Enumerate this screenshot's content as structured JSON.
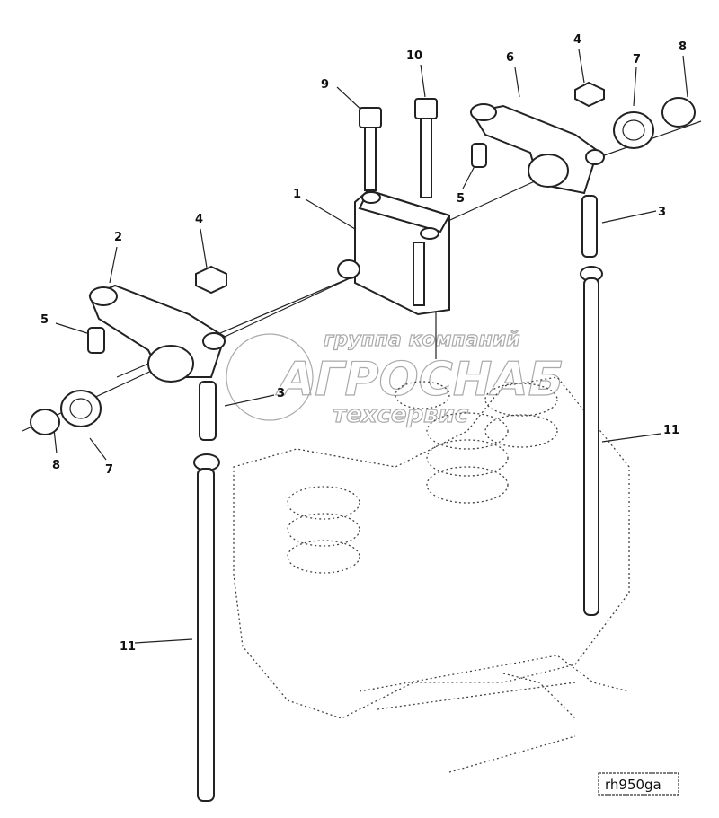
{
  "diagram": {
    "callouts": {
      "c9": "9",
      "c10": "10",
      "c6": "6",
      "c4a": "4",
      "c7a": "7",
      "c8a": "8",
      "c5a": "5",
      "c1": "1",
      "c3a": "3",
      "c2": "2",
      "c4b": "4",
      "c5b": "5",
      "c3b": "3",
      "c7b": "7",
      "c8b": "8",
      "c11a": "11",
      "c11b": "11"
    },
    "reference_code": "rh950ga",
    "watermark": {
      "line1": "группа компаний",
      "line2": "АГРОСНАБ",
      "line3": "техсервис"
    }
  }
}
